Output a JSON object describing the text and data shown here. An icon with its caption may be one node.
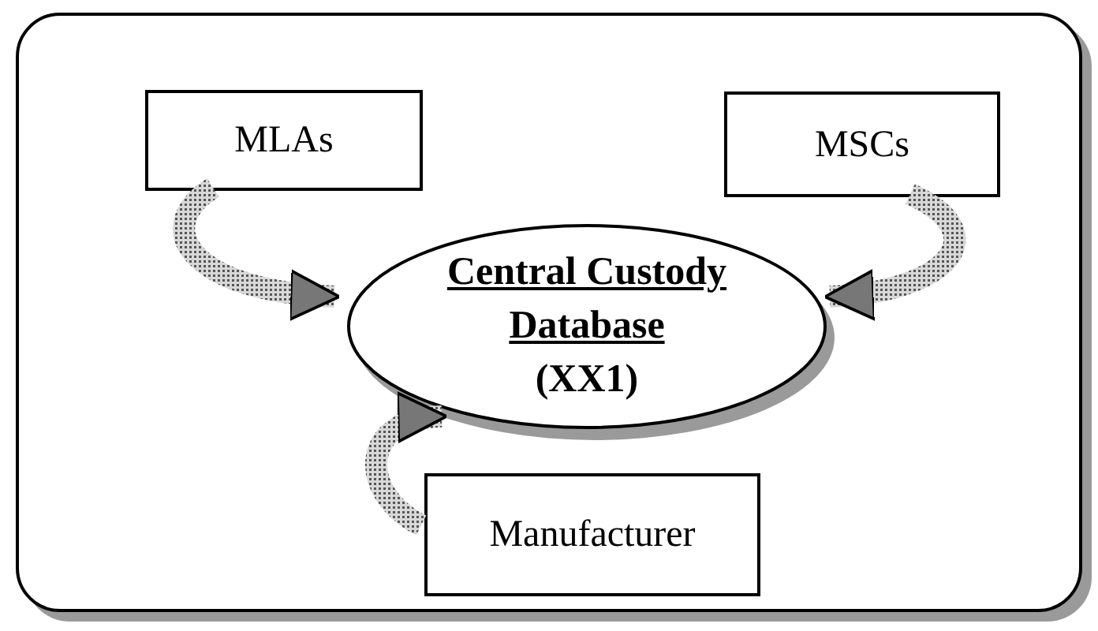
{
  "diagram": {
    "nodes": [
      {
        "text": [],
        "shape": "box"
      },
      {
        "text": [
          "MLAs"
        ],
        "in": 0
      },
      {
        "text": [
          "MSCs"
        ],
        "in": 0
      },
      {
        "text": [
          "Central Custody Database",
          "(XX1)"
        ],
        "in": 0
      },
      {
        "text": [
          "Manufacturer"
        ],
        "in": 0
      }
    ],
    "edges": [
      {
        "from": 1,
        "to": 3,
        "arrow": "to",
        "style": "thick"
      },
      {
        "from": 2,
        "to": 3,
        "arrow": "to",
        "style": "thick"
      },
      {
        "from": 4,
        "to": 3,
        "arrow": "to",
        "style": "thick"
      }
    ]
  }
}
